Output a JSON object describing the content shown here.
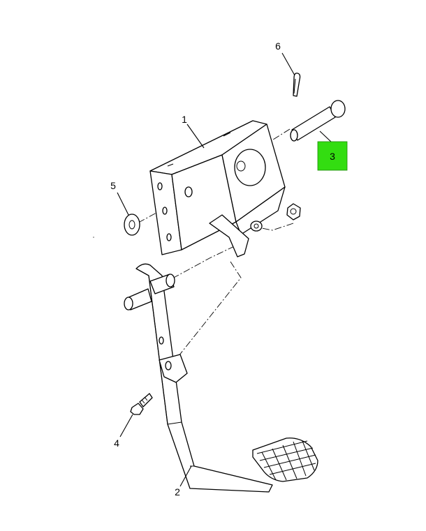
{
  "callouts": [
    {
      "id": "1",
      "label": "1"
    },
    {
      "id": "2",
      "label": "2"
    },
    {
      "id": "3",
      "label": "3",
      "highlighted": true
    },
    {
      "id": "4",
      "label": "4"
    },
    {
      "id": "5",
      "label": "5"
    },
    {
      "id": "6",
      "label": "6"
    }
  ],
  "colors": {
    "highlight": "#33dd11",
    "line": "#000000",
    "background": "#ffffff"
  }
}
